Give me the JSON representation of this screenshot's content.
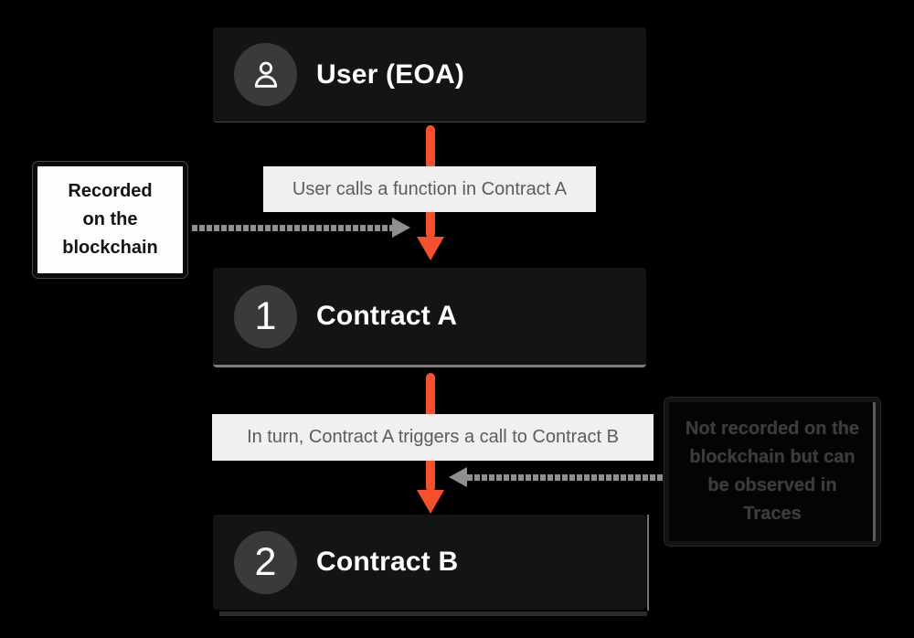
{
  "diagram": {
    "nodes": {
      "user": {
        "title": "User (EOA)",
        "icon": "user-icon"
      },
      "contract_a": {
        "badge": "1",
        "title": "Contract A"
      },
      "contract_b": {
        "badge": "2",
        "title": "Contract B"
      }
    },
    "edges": {
      "edge1_label": "User calls a function in Contract A",
      "edge2_label": "In turn, Contract A triggers a call to Contract B"
    },
    "notes": {
      "left": {
        "lines": [
          "Recorded",
          "on the",
          "blockchain"
        ]
      },
      "right": {
        "lines": [
          "Not recorded on the",
          "blockchain but can",
          "be observed in",
          "Traces"
        ]
      }
    },
    "colors": {
      "background": "#000000",
      "node_background": "#141414",
      "badge_background": "#3a3a3a",
      "node_text": "#ffffff",
      "accent_arrow": "#f4502d",
      "gray_arrow": "#8f8f8f",
      "flow_label_background": "#f0f0ee",
      "flow_label_text": "#5c5c5c",
      "note_left_background": "#fdfdfd",
      "note_left_text": "#141414",
      "note_right_background": "#040404",
      "note_right_text": "#3c3c3c"
    }
  }
}
